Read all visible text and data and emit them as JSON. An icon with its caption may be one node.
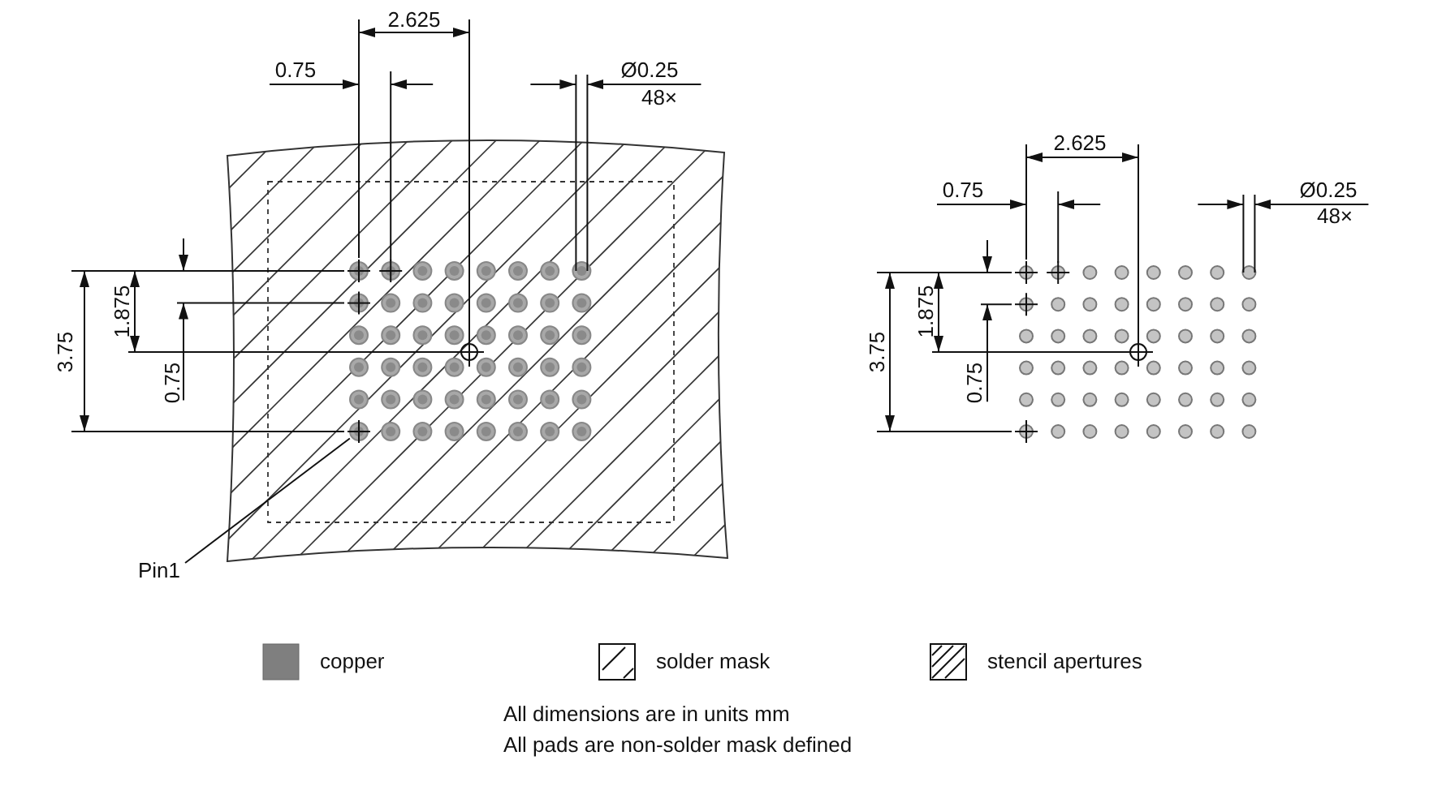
{
  "diagram": {
    "nodes": [
      {
        "text": [
          "Pin1"
        ]
      },
      {
        "text": [],
        "shape": "circle"
      }
    ],
    "edges": [
      {
        "from": 0,
        "to": 1,
        "arrow": "none"
      }
    ],
    "labels": [
      "2.625",
      "0.75",
      "Ø0.25",
      "48×",
      "1.875",
      "3.75",
      "0.75",
      "2.625",
      "0.75",
      "Ø0.25",
      "48×",
      "1.875",
      "3.75",
      "0.75",
      "All dimensions are in units mm",
      "All pads are non-solder mask defined"
    ],
    "legend": [
      {
        "text": "copper",
        "color": "#7f7f7f"
      },
      {
        "text": "solder mask"
      },
      {
        "text": "stencil apertures"
      }
    ]
  }
}
